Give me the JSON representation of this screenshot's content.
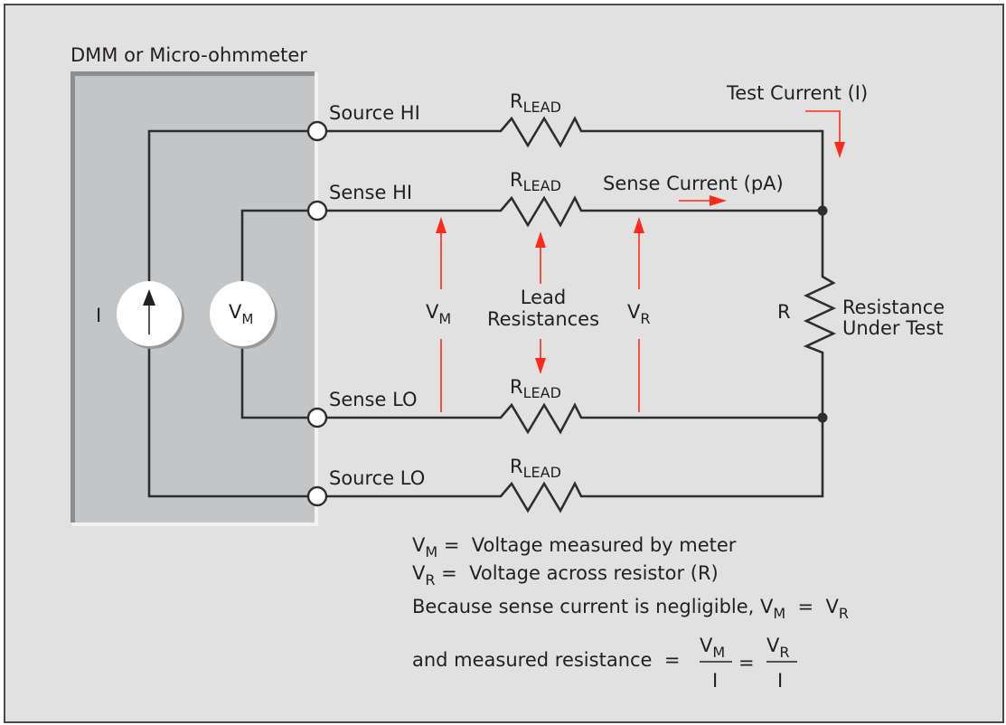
{
  "title": "DMM or Micro-ohmmeter",
  "meter": {
    "current_source_label": "I",
    "voltmeter_label": "V",
    "voltmeter_sub": "M"
  },
  "terminals": [
    {
      "id": "source-hi",
      "label": "Source HI"
    },
    {
      "id": "sense-hi",
      "label": "Sense HI"
    },
    {
      "id": "sense-lo",
      "label": "Sense LO"
    },
    {
      "id": "source-lo",
      "label": "Source LO"
    }
  ],
  "lead_resistor": {
    "main": "R",
    "sub": "LEAD"
  },
  "annotations": {
    "test_current": "Test Current (I)",
    "sense_current": "Sense Current (pA)",
    "vm_main": "V",
    "vm_sub": "M",
    "vr_main": "V",
    "vr_sub": "R",
    "lead_resistances_line1": "Lead",
    "lead_resistances_line2": "Resistances",
    "r_label": "R",
    "rut_line1": "Resistance",
    "rut_line2": "Under Test"
  },
  "equations": {
    "line1_main": "V",
    "line1_sub": "M",
    "line1_rest": " =  Voltage measured by meter",
    "line2_main": "V",
    "line2_sub": "R",
    "line2_rest": " =  Voltage across resistor (R)",
    "line3_text": "Because sense current is negligible, V",
    "line3_sub1": "M",
    "line3_mid": "  =  V",
    "line3_sub2": "R",
    "line4_text": "and measured resistance  =",
    "frac1_num_main": "V",
    "frac1_num_sub": "M",
    "frac1_den": "I",
    "equals": "=",
    "frac2_num_main": "V",
    "frac2_num_sub": "R",
    "frac2_den": "I"
  },
  "colors": {
    "background": "#e1e1e1",
    "meter_box": "#c4c5c7",
    "wire": "#2e2e2e",
    "arrow": "#ff2a1a"
  }
}
